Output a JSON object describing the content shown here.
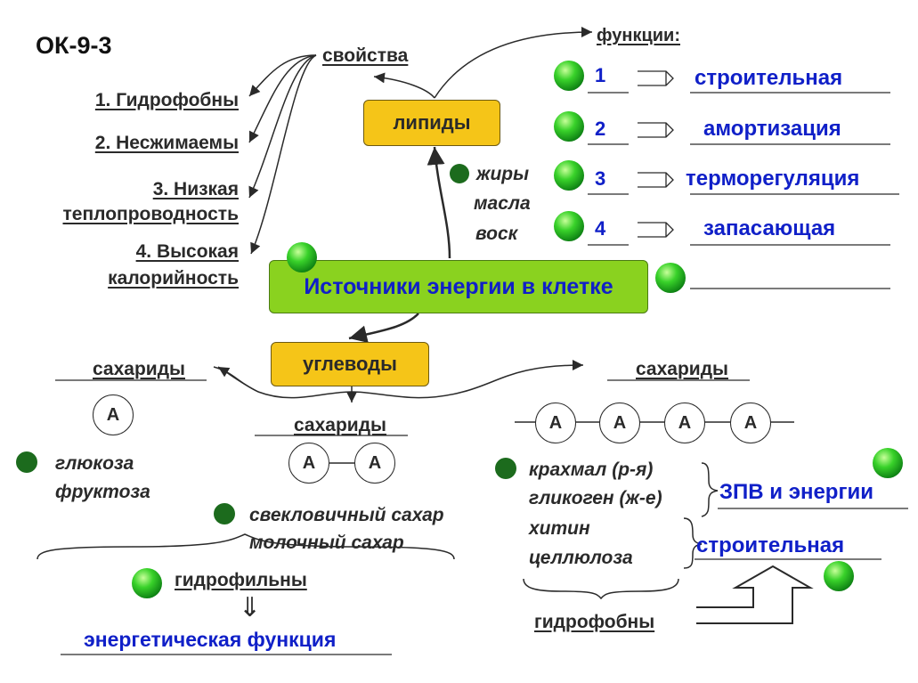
{
  "title": "ОК-9-3",
  "center": "Источники энергии в клетке",
  "lipids": {
    "box": "липиды",
    "properties_header": "свойства",
    "functions_header": "функции:",
    "properties": [
      "1. Гидрофобны",
      "2. Несжимаемы",
      "3. Низкая",
      "теплопроводность",
      "4. Высокая",
      "калорийность"
    ],
    "examples": [
      "жиры",
      "масла",
      "воск"
    ],
    "functions": [
      {
        "num": "1",
        "name": "строительная"
      },
      {
        "num": "2",
        "name": "амортизация"
      },
      {
        "num": "3",
        "name": "терморегуляция"
      },
      {
        "num": "4",
        "name": "запасающая"
      }
    ]
  },
  "carbs": {
    "box": "углеводы",
    "mono_header": "сахариды",
    "di_header": "сахариды",
    "poly_header": "сахариды",
    "unit": "А",
    "mono_examples": [
      "глюкоза",
      "фруктоза"
    ],
    "di_examples": [
      "свекловичный сахар",
      "молочный сахар"
    ],
    "hydrophilic": "гидрофильны",
    "hydrophilic_arrow": "⇓",
    "energy_function": "энергетическая функция",
    "poly_examples": [
      "крахмал (р-я)",
      "гликоген (ж-е)",
      "хитин",
      "целлюлоза"
    ],
    "poly_func_1": "ЗПВ и энергии",
    "poly_func_2": "строительная",
    "hydrophobic": "гидрофобны"
  },
  "colors": {
    "label_blue": "#1020c8",
    "lipid_box": "#f5c518",
    "center_box": "#8ad21f",
    "text": "#2a2a2a"
  }
}
